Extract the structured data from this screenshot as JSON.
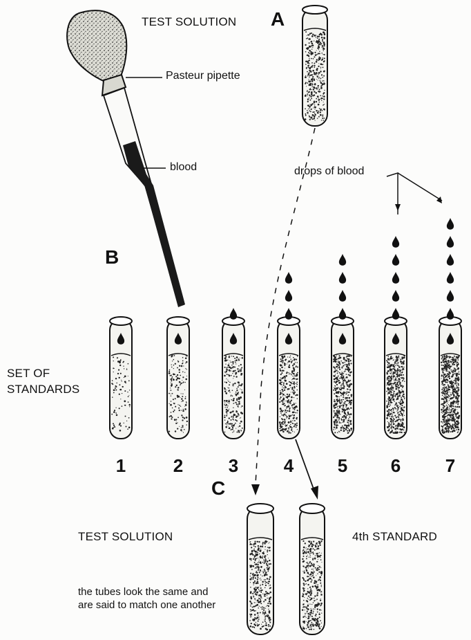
{
  "labels": {
    "test_solution_top": "TEST SOLUTION",
    "letter_a": "A",
    "pasteur_pipette": "Pasteur pipette",
    "blood": "blood",
    "drops_of_blood": "drops of blood",
    "letter_b": "B",
    "set_of_standards_1": "SET OF",
    "set_of_standards_2": "STANDARDS",
    "letter_c": "C",
    "test_solution_bottom": "TEST SOLUTION",
    "fourth_standard": "4th STANDARD",
    "match_note": "the tubes look the same and are said to match one another"
  },
  "tubes": [
    {
      "number": "1",
      "drops_above": 0,
      "density": 0.05
    },
    {
      "number": "2",
      "drops_above": 0,
      "density": 0.15
    },
    {
      "number": "3",
      "drops_above": 1,
      "density": 0.3
    },
    {
      "number": "4",
      "drops_above": 3,
      "density": 0.45
    },
    {
      "number": "5",
      "drops_above": 4,
      "density": 0.6
    },
    {
      "number": "6",
      "drops_above": 5,
      "density": 0.75
    },
    {
      "number": "7",
      "drops_above": 6,
      "density": 0.95
    }
  ],
  "colors": {
    "ink": "#111111",
    "tube_fill": "#f4f4f0",
    "stipple": "#222222"
  }
}
